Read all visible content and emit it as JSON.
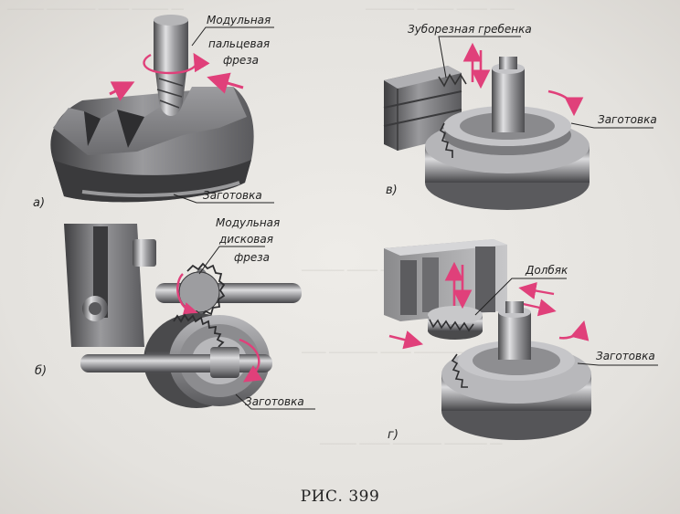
{
  "figure": {
    "caption": "РИС. 399",
    "colors": {
      "metal_dark": "#4a4a4c",
      "metal_mid": "#8b8b8e",
      "metal_light": "#d4d4d6",
      "arrow_magenta": "#e0407a"
    },
    "panels": {
      "a": {
        "letter": "а)",
        "tool_label": [
          "Модульная",
          "пальцевая",
          "фреза"
        ],
        "work_label": "Заготовка"
      },
      "b": {
        "letter": "б)",
        "tool_label": [
          "Модульная",
          "дисковая",
          "фреза"
        ],
        "work_label": "Заготовка"
      },
      "v": {
        "letter": "в)",
        "tool_label": "Зуборезная гребенка",
        "work_label": "Заготовка"
      },
      "g": {
        "letter": "г)",
        "tool_label": "Долбяк",
        "work_label": "Заготовка"
      }
    }
  }
}
